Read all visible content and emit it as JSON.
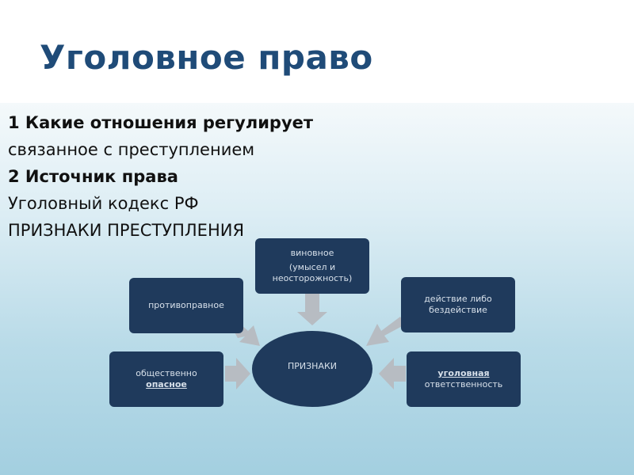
{
  "slide": {
    "title": "Уголовное право",
    "lines": [
      "1 Какие отношения регулирует",
      "связанное с преступлением",
      "2 Источник права",
      "Уголовный кодекс РФ",
      "ПРИЗНАКИ ПРЕСТУПЛЕНИЯ"
    ]
  },
  "diagram": {
    "center": "ПРИЗНАКИ",
    "top_box": {
      "line1": "виновное",
      "line2": "(умысел и",
      "line3": "неосторожность)"
    },
    "left_upper_box": {
      "label": "противоправное"
    },
    "right_upper_box": {
      "line1": "действие либо",
      "line2": "бездействие"
    },
    "left_lower_box": {
      "line1": "общественно",
      "line2": "опасное"
    },
    "right_lower_box": {
      "line1": "уголовная",
      "line2": "ответственность"
    }
  },
  "colors": {
    "title": "#1f4b78",
    "box_fill": "#1f3a5c",
    "box_text": "#d7e0ea",
    "arrow": "#b7bcc2"
  }
}
